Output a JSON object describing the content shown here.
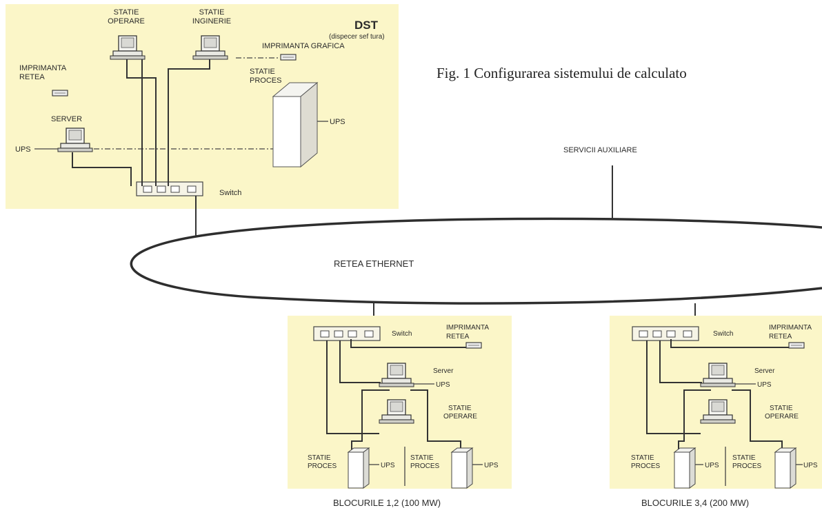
{
  "figure": {
    "title": "Fig. 1 Configurarea sistemului de calculato"
  },
  "dst": {
    "title": "DST",
    "subtitle": "(dispecer sef tura)",
    "statie_operare": [
      "STATIE",
      "OPERARE"
    ],
    "statie_inginerie": [
      "STATIE",
      "INGINERIE"
    ],
    "imprimanta_grafica": "IMPRIMANTA GRAFICA",
    "statie_proces": [
      "STATIE",
      "PROCES"
    ],
    "imprimanta_retea": [
      "IMPRIMANTA",
      "RETEA"
    ],
    "server": "SERVER",
    "ups_left": "UPS",
    "ups_right": "UPS",
    "switch": "Switch"
  },
  "network": {
    "ethernet": "RETEA ETHERNET",
    "servicii": "SERVICII AUXILIARE"
  },
  "bloc12": {
    "caption": "BLOCURILE 1,2 (100 MW)",
    "switch": "Switch",
    "imprimanta": [
      "IMPRIMANTA",
      "RETEA"
    ],
    "server": "Server",
    "ups_server": "UPS",
    "statie_operare": [
      "STATIE",
      "OPERARE"
    ],
    "proces1": [
      "STATIE",
      "PROCES"
    ],
    "ups1": "UPS",
    "proces2": [
      "STATIE",
      "PROCES"
    ],
    "ups2": "UPS"
  },
  "bloc34": {
    "caption": "BLOCURILE 3,4 (200 MW)",
    "switch": "Switch",
    "imprimanta": [
      "IMPRIMANTA",
      "RETEA"
    ],
    "server": "Server",
    "ups_server": "UPS",
    "statie_operare": [
      "STATIE",
      "OPERARE"
    ],
    "proces1": [
      "STATIE",
      "PROCES"
    ],
    "ups1": "UPS",
    "proces2": [
      "STATIE",
      "PROCES"
    ],
    "ups2": "UPS"
  }
}
